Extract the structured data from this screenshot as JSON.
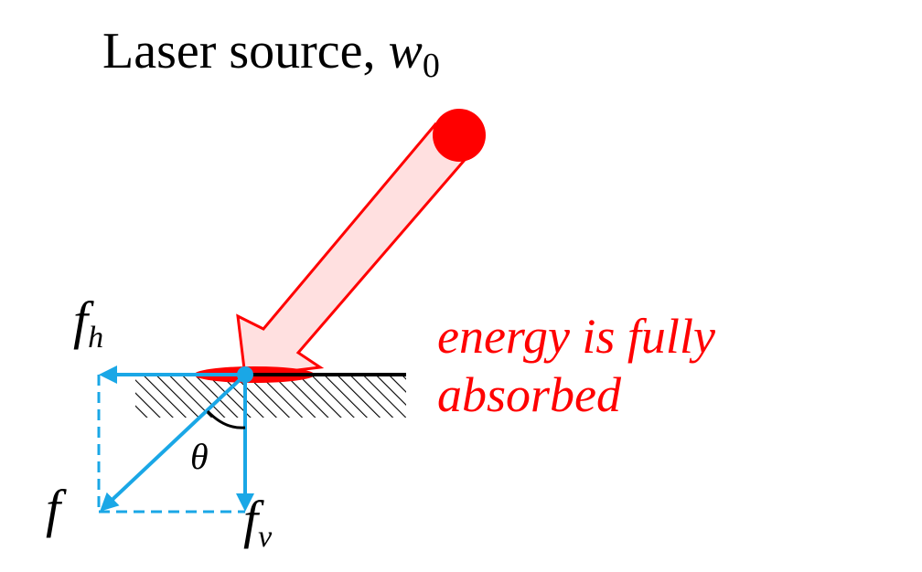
{
  "title": {
    "text": "Laser source, ",
    "symbol": "w",
    "subscript": "0"
  },
  "note": {
    "line1": "energy is fully",
    "line2": "absorbed"
  },
  "labels": {
    "fh": {
      "symbol": "f",
      "subscript": "h"
    },
    "f": {
      "symbol": "f"
    },
    "fv": {
      "symbol": "f",
      "subscript": "v"
    },
    "theta": "θ"
  },
  "colors": {
    "laser": "#ff0000",
    "beam_fill": "#ffe0e0",
    "force": "#1aa7e6",
    "surface": "#000000",
    "note": "#ff0000"
  }
}
